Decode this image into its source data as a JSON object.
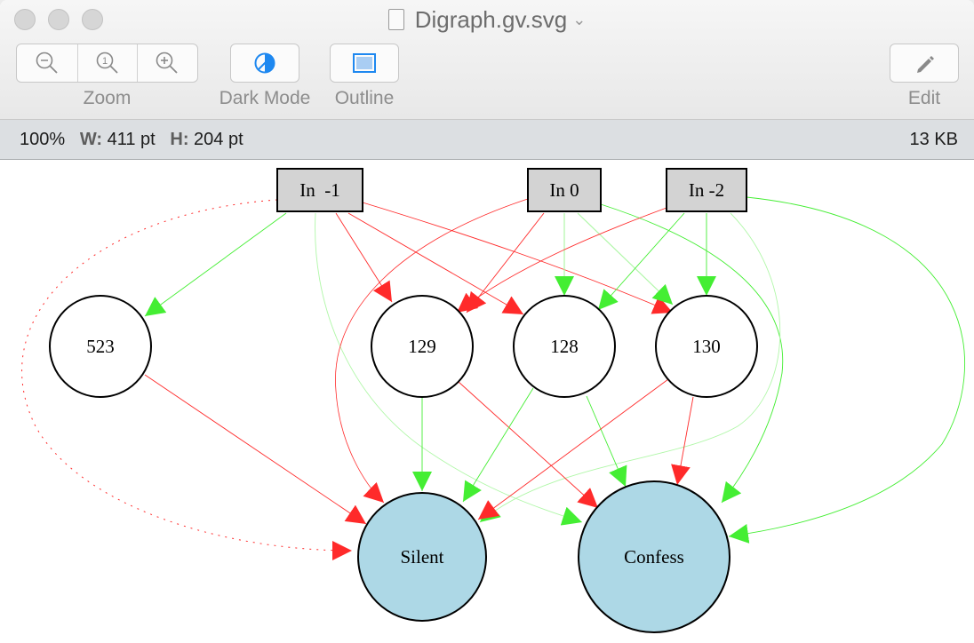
{
  "window": {
    "title": "Digraph.gv.svg"
  },
  "toolbar": {
    "zoom_label": "Zoom",
    "dark_mode_label": "Dark Mode",
    "outline_label": "Outline",
    "edit_label": "Edit",
    "accent_color": "#1e88f0"
  },
  "status": {
    "zoom": "100%",
    "w_label": "W:",
    "w_value": "411 pt",
    "h_label": "H:",
    "h_value": "204 pt",
    "file_size": "13 KB"
  },
  "graph": {
    "colors": {
      "red": "#ff2a2a",
      "green": "#44ee33",
      "light_green": "#b0f7a8",
      "box_fill": "#d3d3d3",
      "output_fill": "#add8e6"
    },
    "nodes": [
      {
        "id": "in_m1",
        "label": "In  -1",
        "shape": "box"
      },
      {
        "id": "in_0",
        "label": "In 0",
        "shape": "box"
      },
      {
        "id": "in_m2",
        "label": "In -2",
        "shape": "box"
      },
      {
        "id": "n523",
        "label": "523",
        "shape": "circle"
      },
      {
        "id": "n129",
        "label": "129",
        "shape": "circle"
      },
      {
        "id": "n128",
        "label": "128",
        "shape": "circle"
      },
      {
        "id": "n130",
        "label": "130",
        "shape": "circle"
      },
      {
        "id": "silent",
        "label": "Silent",
        "shape": "output"
      },
      {
        "id": "confess",
        "label": "Confess",
        "shape": "output"
      }
    ]
  }
}
